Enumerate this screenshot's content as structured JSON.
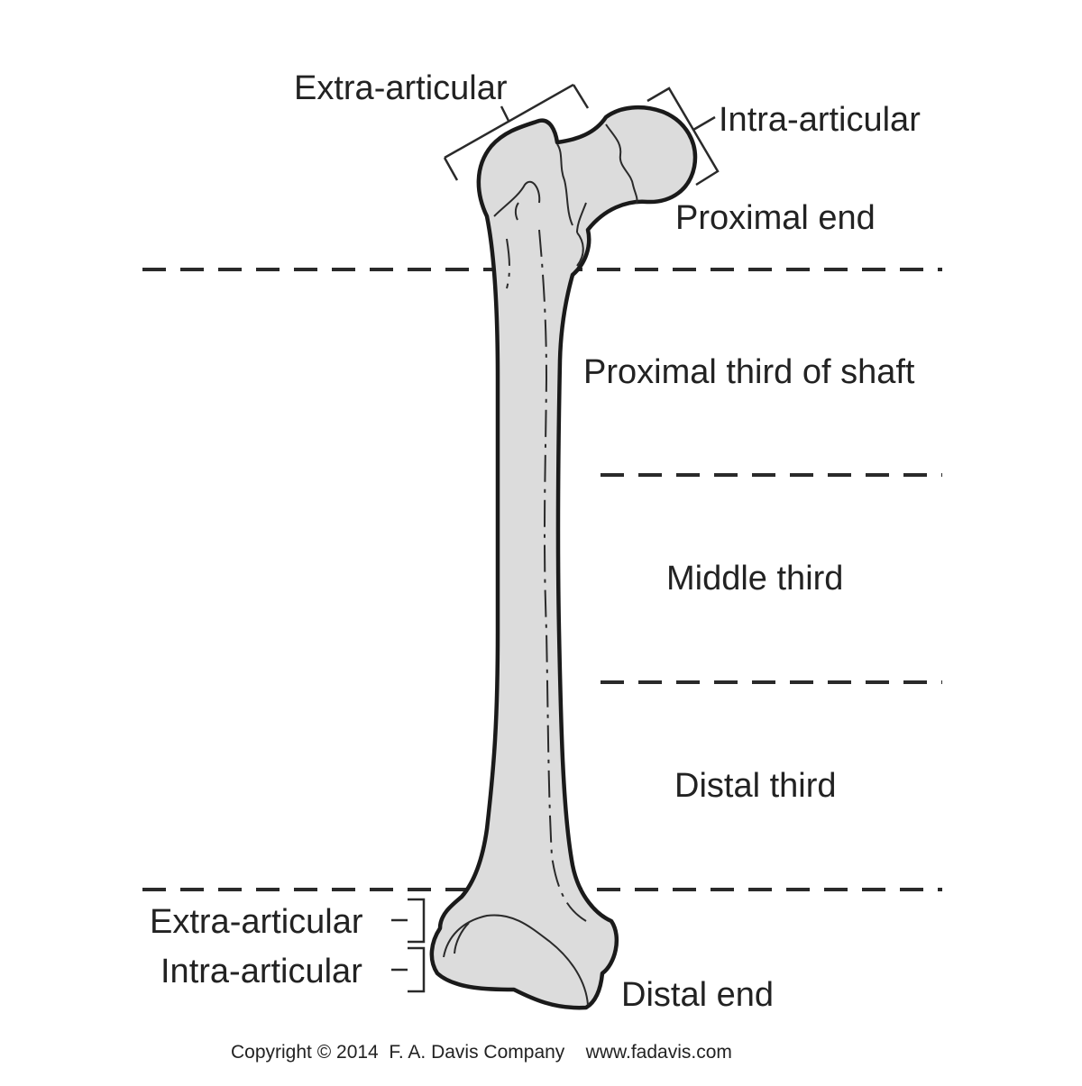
{
  "labels": {
    "proximal_extra_articular": "Extra-articular",
    "proximal_intra_articular": "Intra-articular",
    "proximal_end": "Proximal end",
    "proximal_third_of_shaft": "Proximal third of shaft",
    "middle_third": "Middle third",
    "distal_third": "Distal third",
    "distal_extra_articular": "Extra-articular",
    "distal_intra_articular": "Intra-articular",
    "distal_end": "Distal end"
  },
  "copyright": "Copyright © 2014  F. A. Davis Company    www.fadavis.com",
  "colors": {
    "bone_fill": "#dcdcdc",
    "outline": "#1a1a1a",
    "text": "#222222",
    "background": "#ffffff"
  }
}
